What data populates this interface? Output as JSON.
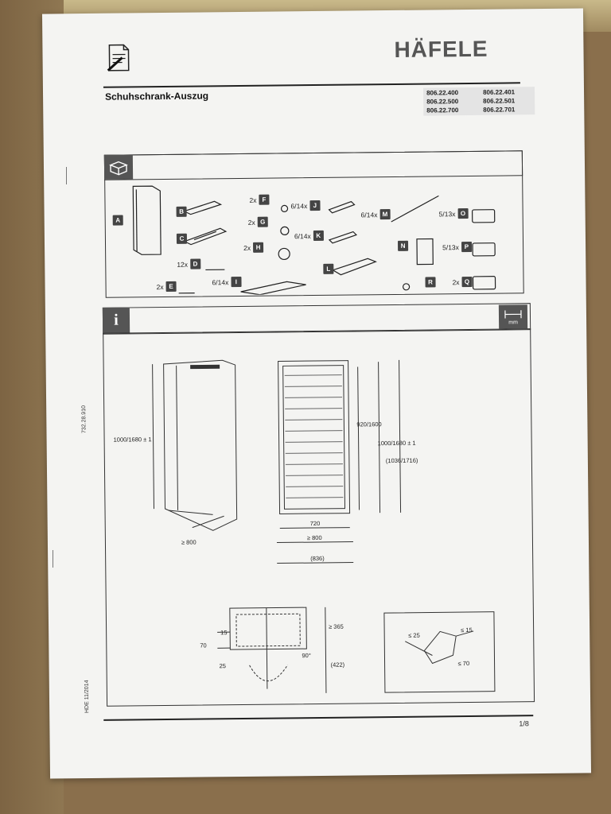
{
  "header": {
    "brand": "HÄFELE",
    "product_title": "Schuhschrank-Auszug",
    "article_numbers": [
      "806.22.400",
      "806.22.401",
      "806.22.500",
      "806.22.501",
      "806.22.700",
      "806.22.701"
    ]
  },
  "parts": [
    {
      "id": "part-a",
      "label": "A",
      "qty": ""
    },
    {
      "id": "part-b",
      "label": "B",
      "qty": ""
    },
    {
      "id": "part-c",
      "label": "C",
      "qty": ""
    },
    {
      "id": "part-d",
      "label": "D",
      "qty": "12x"
    },
    {
      "id": "part-e",
      "label": "E",
      "qty": "2x"
    },
    {
      "id": "part-f",
      "label": "F",
      "qty": "2x"
    },
    {
      "id": "part-g",
      "label": "G",
      "qty": "2x"
    },
    {
      "id": "part-h",
      "label": "H",
      "qty": "2x"
    },
    {
      "id": "part-i",
      "label": "I",
      "qty": "6/14x"
    },
    {
      "id": "part-j",
      "label": "J",
      "qty": "6/14x"
    },
    {
      "id": "part-k",
      "label": "K",
      "qty": "6/14x"
    },
    {
      "id": "part-l",
      "label": "L",
      "qty": ""
    },
    {
      "id": "part-m",
      "label": "M",
      "qty": "6/14x"
    },
    {
      "id": "part-n",
      "label": "N",
      "qty": ""
    },
    {
      "id": "part-o",
      "label": "O",
      "qty": "5/13x"
    },
    {
      "id": "part-p",
      "label": "P",
      "qty": "5/13x"
    },
    {
      "id": "part-q",
      "label": "Q",
      "qty": "2x"
    },
    {
      "id": "part-r",
      "label": "R",
      "qty": ""
    }
  ],
  "info_section": {
    "unit_label": "mm",
    "dimensions": {
      "cabinet_height": "1000/1680 ± 1",
      "cabinet_depth": "≥ 800",
      "pullout_height": "920/1600",
      "total_height": "1000/1680 ± 1",
      "total_height_alt": "(1036/1716)",
      "width_720": "720",
      "width_min_800": "≥ 800",
      "width_836": "(836)",
      "d_15": "15",
      "d_70": "70",
      "d_25": "25",
      "d_365": "≥ 365",
      "d_422": "(422)",
      "angle_90": "90°",
      "hinge_25": "≤ 25",
      "hinge_15": "≤ 15",
      "hinge_70": "≤ 70"
    }
  },
  "side_codes": {
    "doc_number": "732.28.910",
    "doc_version": "HDE 11/2014"
  },
  "footer": {
    "page": "1/8"
  }
}
